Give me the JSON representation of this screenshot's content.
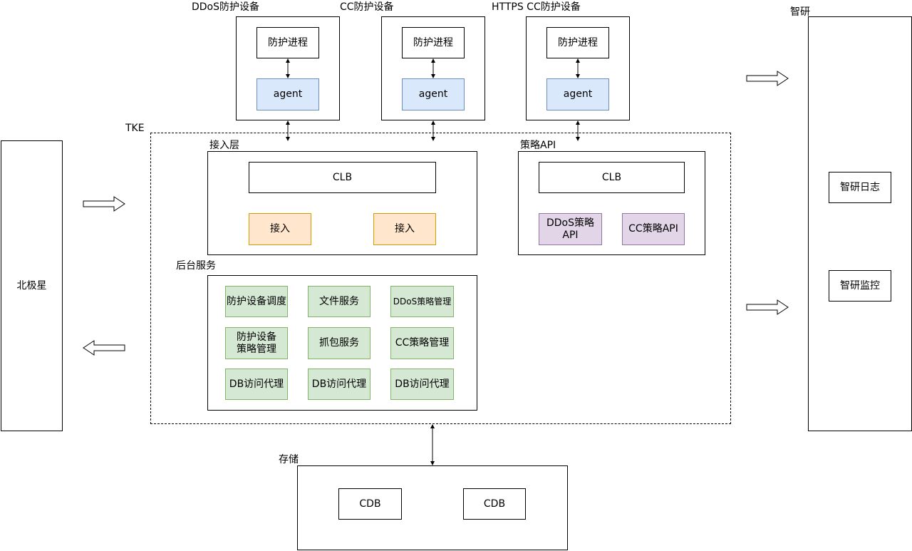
{
  "devices": [
    {
      "title": "DDoS防护设备",
      "process": "防护进程",
      "agent": "agent"
    },
    {
      "title": "CC防护设备",
      "process": "防护进程",
      "agent": "agent"
    },
    {
      "title": "HTTPS CC防护设备",
      "process": "防护进程",
      "agent": "agent"
    }
  ],
  "tke": {
    "label": "TKE"
  },
  "access_layer": {
    "label": "接入层",
    "clb": "CLB",
    "nodes": [
      "接入",
      "接入"
    ]
  },
  "policy_api": {
    "label": "策略API",
    "clb": "CLB",
    "nodes": [
      "DDoS策略\nAPI",
      "CC策略API"
    ]
  },
  "backend": {
    "label": "后台服务",
    "services": [
      "防护设备调度",
      "文件服务",
      "DDoS策略管理",
      "防护设备\n策略管理",
      "抓包服务",
      "CC策略管理",
      "DB访问代理",
      "DB访问代理",
      "DB访问代理"
    ]
  },
  "polaris": {
    "label": "北极星"
  },
  "zhiyan": {
    "label": "智研",
    "items": [
      "智研日志",
      "智研监控"
    ]
  },
  "storage": {
    "label": "存储",
    "nodes": [
      "CDB",
      "CDB"
    ]
  }
}
